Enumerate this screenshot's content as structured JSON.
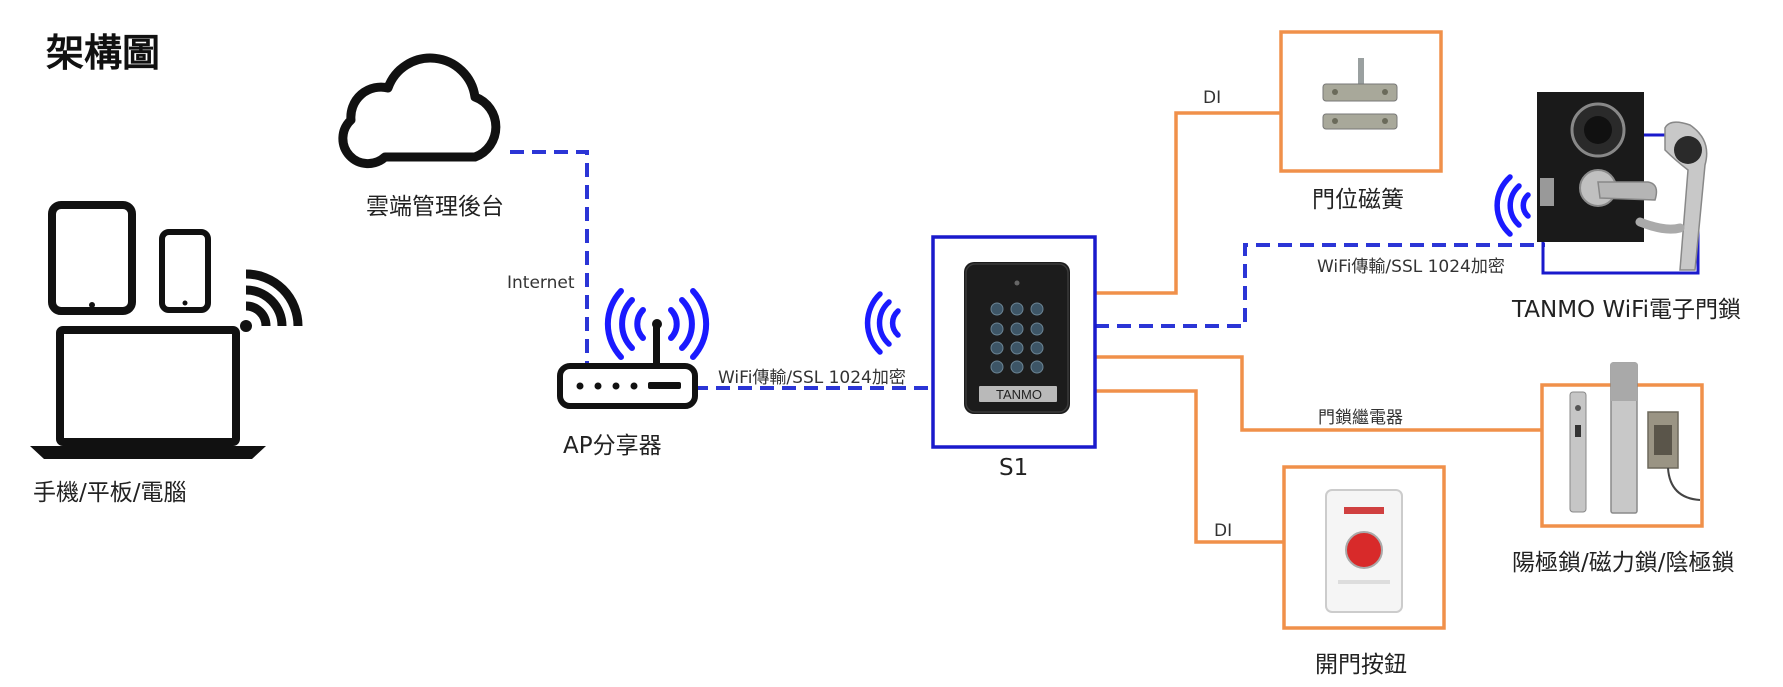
{
  "title": "架構圖",
  "nodes": {
    "devices": "手機/平板/電腦",
    "cloud": "雲端管理後台",
    "router": "AP分享器",
    "controller": "S1",
    "keypad_brand": "TANMO",
    "door_sensor": "門位磁簧",
    "wifi_lock": "TANMO WiFi電子門鎖",
    "electric_locks": "陽極鎖/磁力鎖/陰極鎖",
    "exit_button": "開門按鈕"
  },
  "links": {
    "internet": "Internet",
    "wifi_router": "WiFi傳輸/SSL 1024加密",
    "wifi_lock": "WiFi傳輸/SSL 1024加密",
    "di_sensor": "DI",
    "relay": "門鎖繼電器",
    "di_button": "DI"
  },
  "colors": {
    "wifi_link": "#2b35d6",
    "wired_link": "#f0904a",
    "controller_frame": "#1a1acc",
    "device_frame": "#f0904a",
    "wifi_signal": "#1a1aff"
  }
}
